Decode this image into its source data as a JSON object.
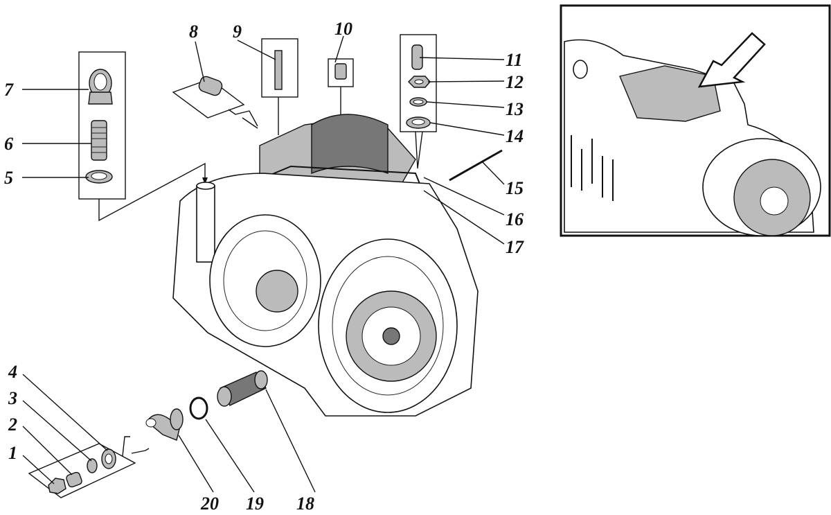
{
  "diagram": {
    "title": "Transmission hydraulic distributor assembly — exploded view",
    "callouts": [
      {
        "id": "1",
        "label": "1"
      },
      {
        "id": "2",
        "label": "2"
      },
      {
        "id": "3",
        "label": "3"
      },
      {
        "id": "4",
        "label": "4"
      },
      {
        "id": "5",
        "label": "5"
      },
      {
        "id": "6",
        "label": "6"
      },
      {
        "id": "7",
        "label": "7"
      },
      {
        "id": "8",
        "label": "8"
      },
      {
        "id": "9",
        "label": "9"
      },
      {
        "id": "10",
        "label": "10"
      },
      {
        "id": "11",
        "label": "11"
      },
      {
        "id": "12",
        "label": "12"
      },
      {
        "id": "13",
        "label": "13"
      },
      {
        "id": "14",
        "label": "14"
      },
      {
        "id": "15",
        "label": "15"
      },
      {
        "id": "16",
        "label": "16"
      },
      {
        "id": "17",
        "label": "17"
      },
      {
        "id": "18",
        "label": "18"
      },
      {
        "id": "19",
        "label": "19"
      },
      {
        "id": "20",
        "label": "20"
      }
    ],
    "inset": {
      "description": "Location view with arrow pointing to distributor on transmission"
    }
  }
}
